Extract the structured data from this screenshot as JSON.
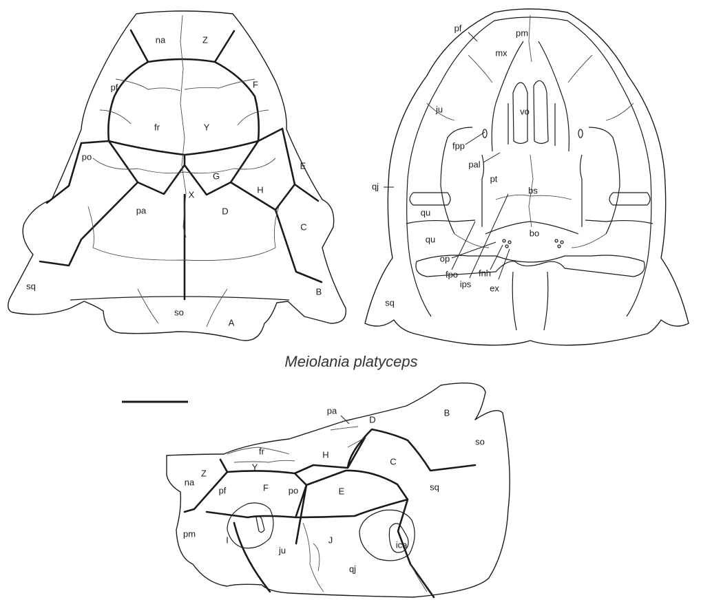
{
  "title": "Meiolania platyceps",
  "dorsal_view": {
    "labels": [
      "na",
      "Z",
      "pf",
      "F",
      "fr",
      "Y",
      "po",
      "E",
      "G",
      "X",
      "H",
      "pa",
      "D",
      "C",
      "sq",
      "B",
      "so",
      "A"
    ]
  },
  "ventral_view": {
    "labels": [
      "pf",
      "pm",
      "mx",
      "ju",
      "vo",
      "fpp",
      "pal",
      "qj",
      "pt",
      "bs",
      "qu",
      "qu",
      "bo",
      "op",
      "fpo",
      "ips",
      "fnh",
      "ex",
      "sq"
    ]
  },
  "lateral_view": {
    "labels": [
      "pa",
      "D",
      "B",
      "so",
      "fr",
      "H",
      "C",
      "Z",
      "Y",
      "na",
      "pf",
      "F",
      "po",
      "E",
      "sq",
      "pm",
      "I",
      "ju",
      "J",
      "qj",
      "ica"
    ]
  }
}
